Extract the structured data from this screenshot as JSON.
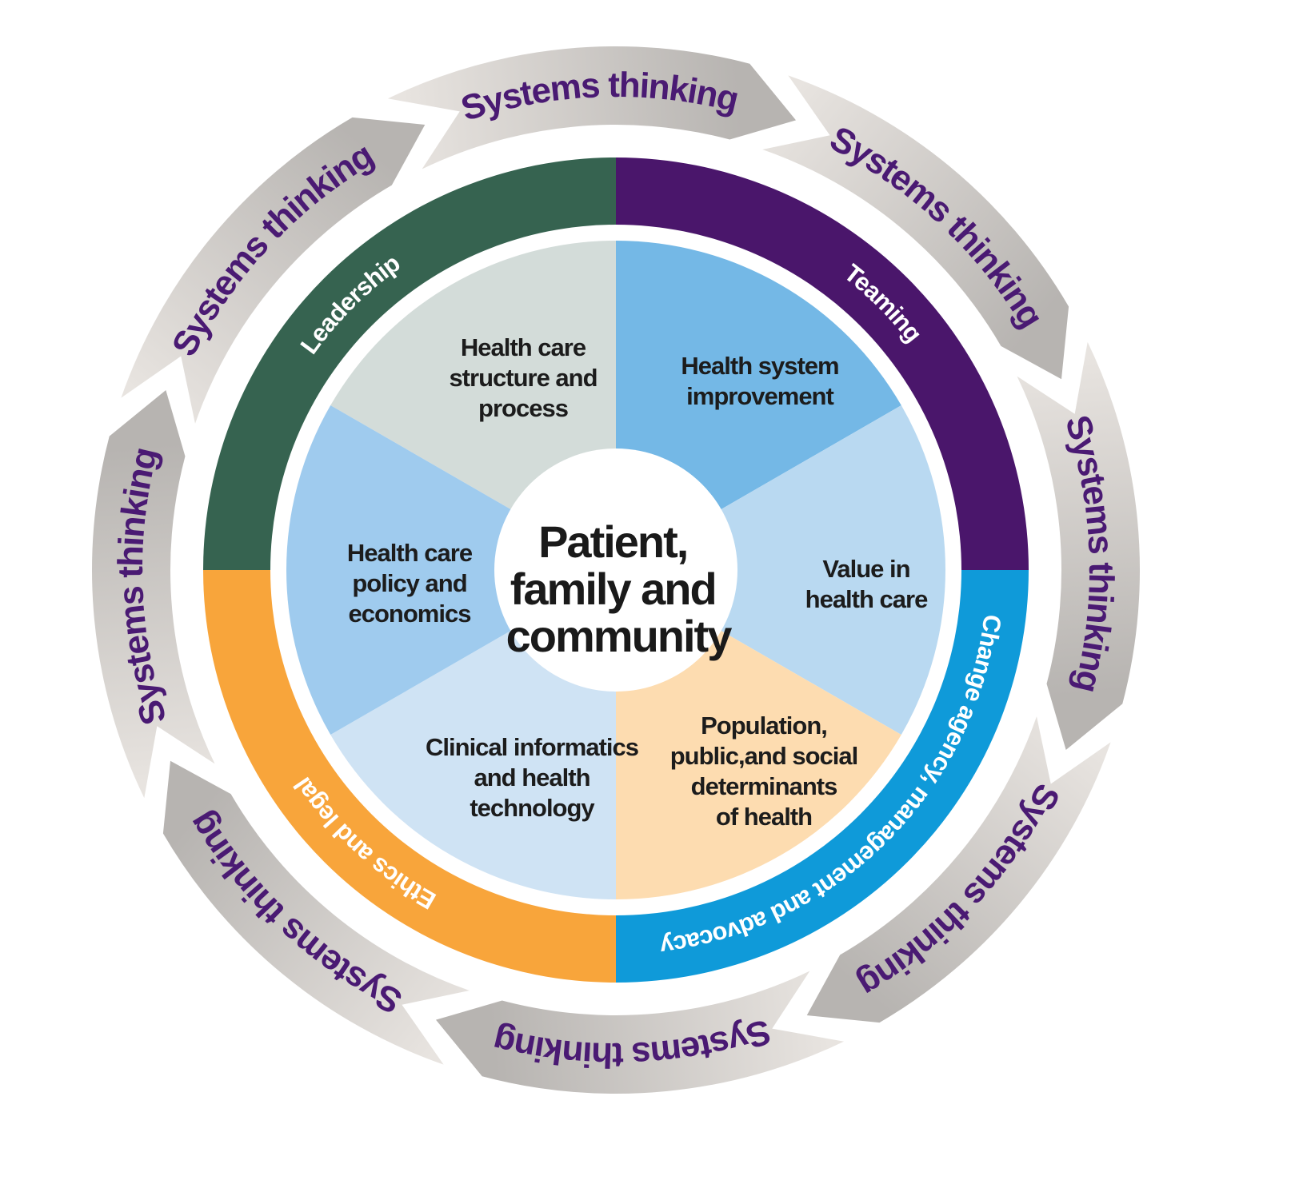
{
  "title": "Systems thinking framework",
  "center": {
    "lines": [
      "Patient,",
      "family and",
      "community"
    ],
    "color": "#ffffff"
  },
  "slices": [
    {
      "id": "structure",
      "lines": [
        "Health care",
        "structure and",
        "process"
      ],
      "color": "#d3dcd9"
    },
    {
      "id": "improvement",
      "lines": [
        "Health system",
        "improvement"
      ],
      "color": "#74b8e6"
    },
    {
      "id": "value",
      "lines": [
        "Value in",
        "health care"
      ],
      "color": "#b9d9f1"
    },
    {
      "id": "population",
      "lines": [
        "Population,",
        "public,and social",
        "determinants",
        "of health"
      ],
      "color": "#fddcb0"
    },
    {
      "id": "informatics",
      "lines": [
        "Clinical informatics",
        "and health",
        "technology"
      ],
      "color": "#cfe3f4"
    },
    {
      "id": "policy",
      "lines": [
        "Health care",
        "policy and",
        "economics"
      ],
      "color": "#9fcbee"
    }
  ],
  "ring": [
    {
      "id": "leadership",
      "label": "Leadership",
      "color": "#366350"
    },
    {
      "id": "teaming",
      "label": "Teaming",
      "color": "#4a166b"
    },
    {
      "id": "change",
      "label": "Change agency, management and advocacy",
      "color": "#0f9ad9"
    },
    {
      "id": "ethics",
      "label": "Ethics and legal",
      "color": "#f8a53b"
    }
  ],
  "arrows": {
    "label": "Systems thinking",
    "count": 8,
    "color_light": "#e8e4e0",
    "color_dark": "#b7b4b1",
    "text_color": "#4a1a73",
    "direction": "clockwise"
  }
}
